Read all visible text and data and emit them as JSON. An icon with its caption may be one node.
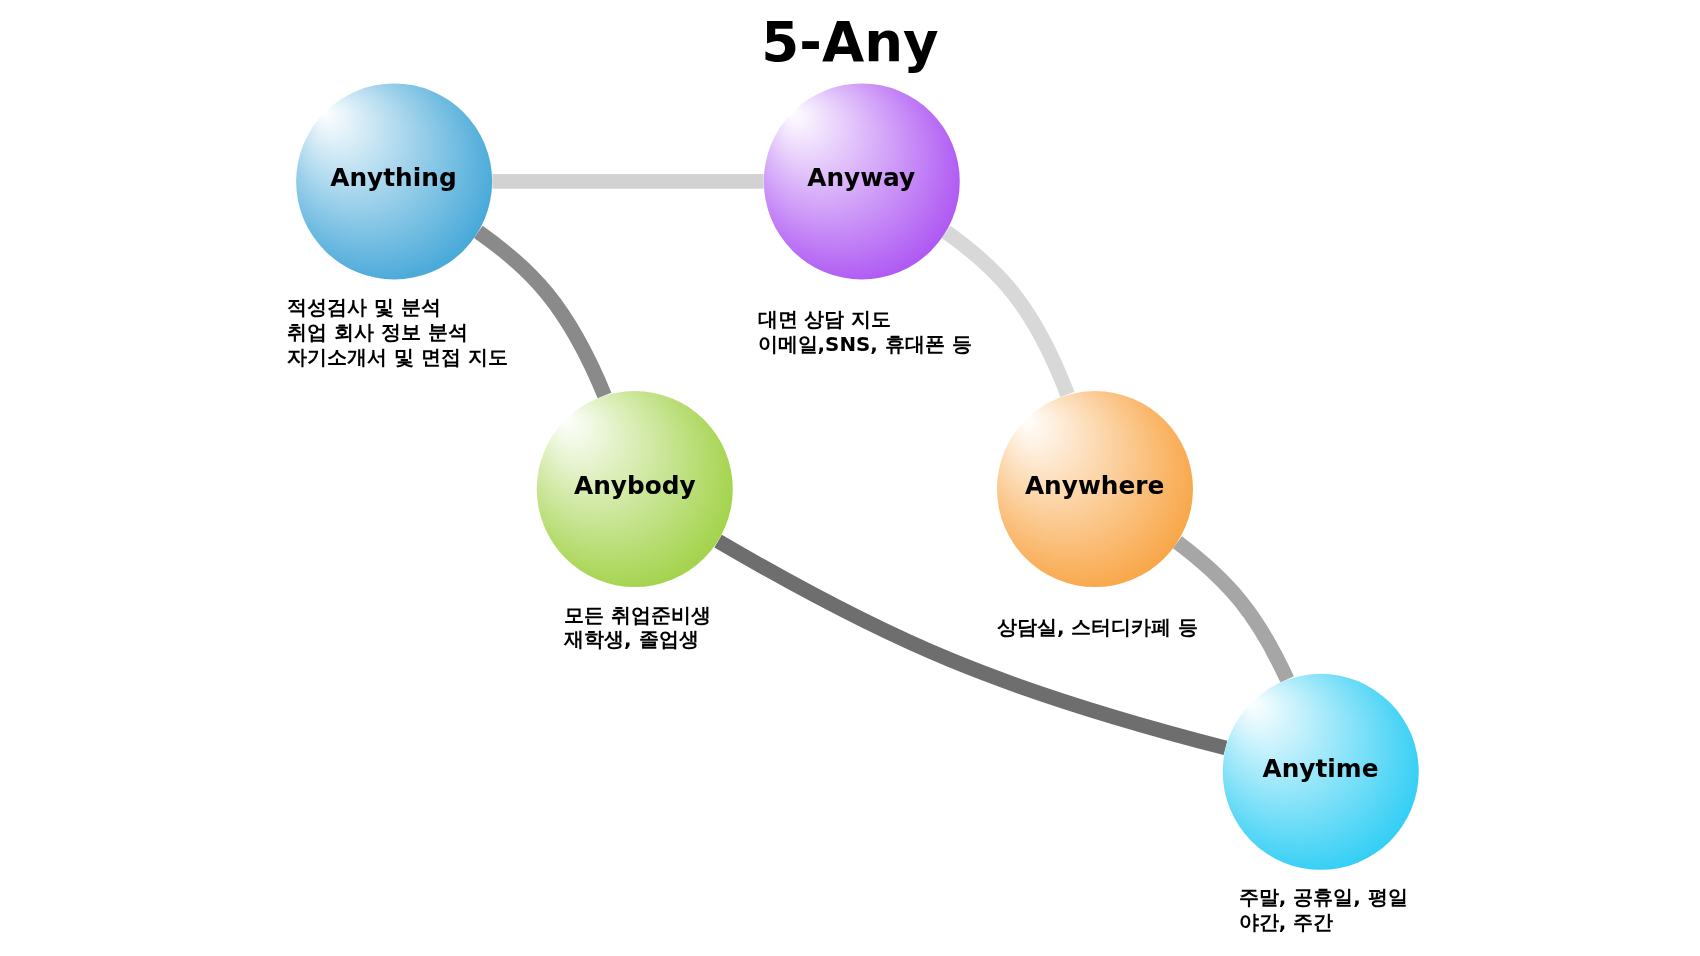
{
  "diagram": {
    "title": "5-Any",
    "nodes": [
      {
        "text": [
          "Anything"
        ],
        "beside": [
          "적성검사 및 분석",
          "취업 회사 정보 분석",
          "자기소개서 및 면접 지도"
        ]
      },
      {
        "text": [
          "Anyway"
        ],
        "beside": [
          "대면 상담 지도",
          "이메일,SNS, 휴대폰 등"
        ]
      },
      {
        "text": [
          "Anybody"
        ],
        "beside": [
          "모든 취업준비생",
          "재학생, 졸업생"
        ]
      },
      {
        "text": [
          "Anywhere"
        ],
        "beside": [
          "상담실, 스터디카페 등"
        ]
      },
      {
        "text": [
          "Anytime"
        ],
        "beside": [
          "주말, 공휴일, 평일",
          "야간, 주간"
        ]
      }
    ],
    "edges": [
      {
        "from": 2,
        "to": 0,
        "arrow": "none",
        "color": "#8a8a8a"
      },
      {
        "from": 0,
        "to": 1,
        "arrow": "none",
        "color": "#d2d2d2"
      },
      {
        "from": 1,
        "to": 3,
        "arrow": "none",
        "color": "#d8d8d8"
      },
      {
        "from": 3,
        "to": 4,
        "arrow": "none",
        "color": "#a6a6a6"
      },
      {
        "from": 4,
        "to": 2,
        "arrow": "none",
        "color": "#6e6e6e"
      }
    ]
  }
}
